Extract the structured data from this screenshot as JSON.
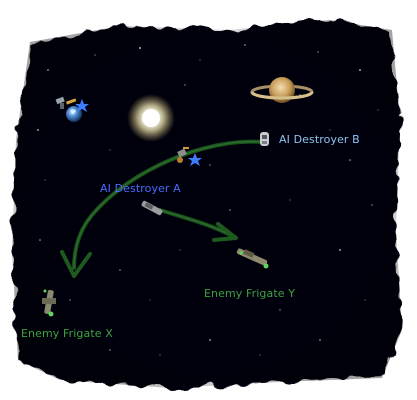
{
  "units": {
    "ai_destroyer_a": {
      "label": "AI Destroyer A",
      "side": "ai",
      "color": "#4a6cff"
    },
    "ai_destroyer_b": {
      "label": "AI Destroyer B",
      "side": "ai",
      "color": "#8fc3ee"
    },
    "enemy_frigate_y": {
      "label": "Enemy Frigate Y",
      "side": "enemy",
      "color": "#3ea23e"
    },
    "enemy_frigate_x": {
      "label": "Enemy Frigate X",
      "side": "enemy",
      "color": "#3ea23e"
    }
  },
  "icons": [
    "sun-icon",
    "ringed-planet-icon",
    "earth-planet-icon",
    "satellite-icon",
    "star-marker-icon",
    "ship-icon",
    "movement-arrow-icon"
  ],
  "colors": {
    "space": "#050508",
    "border": "#ffffff",
    "arrow": "#1e5a1e",
    "star_marker": "#3d7bff"
  }
}
